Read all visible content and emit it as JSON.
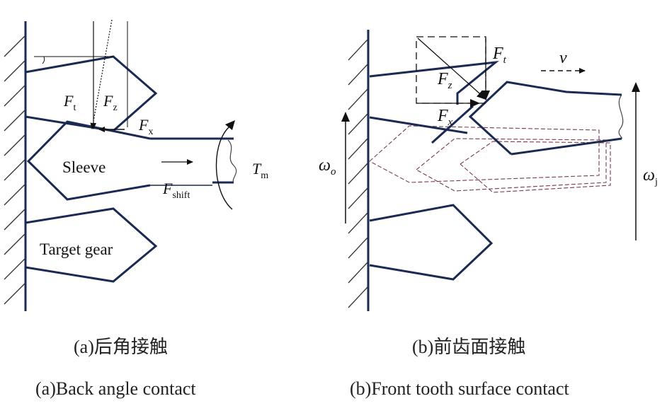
{
  "panel_a": {
    "sleeve_label": "Sleeve",
    "target_gear_label": "Target gear",
    "force_t": {
      "main": "F",
      "sub": "t"
    },
    "force_z": {
      "main": "F",
      "sub": "z"
    },
    "force_x": {
      "main": "F",
      "sub": "x"
    },
    "force_shift": {
      "main": "F",
      "sub": "shift"
    },
    "torque": {
      "main": "T",
      "sub": "m"
    },
    "caption_cn": "(a)后角接触",
    "caption_en": "(a)Back angle contact"
  },
  "panel_b": {
    "force_t": {
      "main": "F",
      "sub": "t"
    },
    "force_z": {
      "main": "F",
      "sub": "z"
    },
    "force_x": {
      "main": "F",
      "sub": "x"
    },
    "velocity": "v",
    "omega_o": {
      "main": "ω",
      "sub": "o"
    },
    "omega_j": {
      "main": "ω",
      "sub": "j"
    },
    "caption_cn": "(b)前齿面接触",
    "caption_en": "(b)Front tooth surface contact"
  },
  "colors": {
    "line": "#1a2a52",
    "ghost": "#7a3a4a",
    "text": "#111111"
  }
}
